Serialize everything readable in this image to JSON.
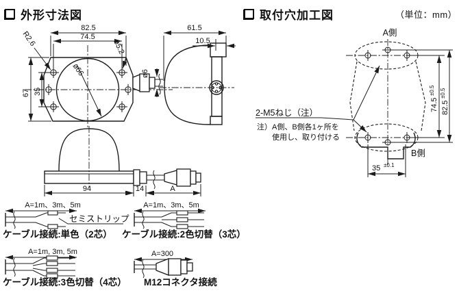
{
  "page": {
    "unit_label": "（単位：mm）"
  },
  "outline_section": {
    "title": "外形寸法図",
    "top_view": {
      "width_overall": "82.5",
      "width_holes": "74.5",
      "corner_radius": "R2.6",
      "hole_dia": "ø5.2",
      "dome_dia": "ø66",
      "height_overall": "67",
      "hole_pitch": "35",
      "cable_dia": "ø6"
    },
    "side_view": {
      "depth_overall": "61.5",
      "plate_depth": "10.5"
    },
    "front_view": {
      "base_width": "94",
      "connector_width": "14",
      "cable_length": "A"
    },
    "cable_variants": [
      {
        "dim": "A=1m、3m、5m",
        "strip_note": "セミストリップ",
        "caption": "ケーブル接続:単色（2芯）"
      },
      {
        "dim": "A=1m、3m、5m",
        "caption": "ケーブル接続:2色切替（3芯）"
      },
      {
        "dim": "A=1m, 3m, 5m",
        "caption": "ケーブル接続:3色切替（4芯）"
      },
      {
        "dim": "A=300",
        "caption": "M12コネクタ接続"
      }
    ]
  },
  "mounting_section": {
    "title": "取付穴加工図",
    "side_a_label": "A側",
    "side_b_label": "B側",
    "screw_callout": "2-M5ねじ（注）",
    "note_line1": "注）A側、B側各1ヶ所を",
    "note_line2": "使用し、取り付ける",
    "hole_pitch_vertical": {
      "value": "74.5",
      "tol": "±0.5"
    },
    "hole_pitch_vertical_outer": {
      "value": "82.5",
      "tol": "±0.5"
    },
    "hole_pitch_horizontal": {
      "value": "35",
      "tol": "±0.1"
    }
  }
}
